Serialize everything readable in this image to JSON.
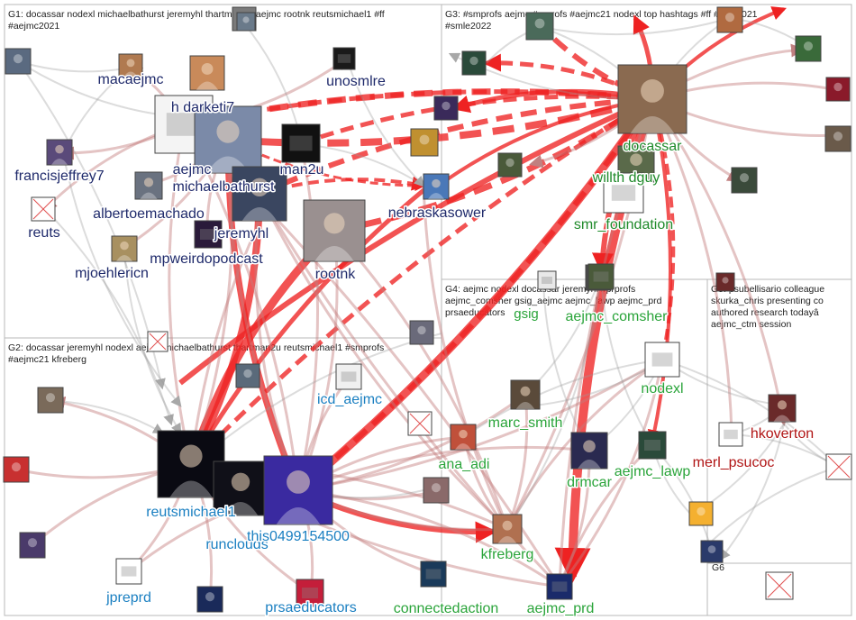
{
  "colors": {
    "g1": "#1f2a6b",
    "g2": "#1a7fc1",
    "g3": "#1f8a2a",
    "g4": "#2aa43a",
    "g5": "#b01515",
    "edge_strong": "#ee2222",
    "edge_soft": "#c47c7c",
    "edge_gray": "#9a9a9a"
  },
  "groups": [
    {
      "id": "G1",
      "title_lines": [
        "G1: docassar nodexl michaelbathurst jeremyhl thartman2u aejmc rootnk reutsmichael1 #ff",
        "#aejmc2021"
      ]
    },
    {
      "id": "G2",
      "title_lines": [
        "G2: docassar jeremyhl nodexl aejmc michaelbathurst thartman2u reutsmichael1 #smprofs",
        "#aejmc21 kfreberg"
      ]
    },
    {
      "id": "G3",
      "title_lines": [
        "G3: #smprofs aejmc #prprofs #aejmc21 nodexl top hashtags #ff #smc2021",
        "#smle2022"
      ]
    },
    {
      "id": "G4",
      "title_lines": [
        "G4: aejmc nodexl docassar jeremyhl #prprofs",
        "aejmc_comsher gsig_aejmc aejmc_lawp aejmc_prd",
        "prsaeducators"
      ]
    },
    {
      "id": "G5",
      "title_lines": [
        "G5: psubellisario colleague",
        "skurka_chris presenting co",
        "authored research todayâ",
        "aejmc_ctm session"
      ]
    },
    {
      "id": "G6",
      "title_lines": [
        "G6"
      ]
    }
  ],
  "nodes": [
    {
      "id": "macaejmc",
      "label": "macaejmc",
      "group": "g1",
      "icon": "avatar-icon",
      "img": "#b07a50"
    },
    {
      "id": "hdarketi7",
      "label": "h   darketi7",
      "group": "g1",
      "icon": "avatar-icon",
      "img": "#c98a5a"
    },
    {
      "id": "unosmlre",
      "label": "unosmlre",
      "group": "g1",
      "icon": "logo-icon",
      "img": "#1a1a1a"
    },
    {
      "id": "aejmc",
      "label": "aejmc",
      "group": "g1",
      "icon": "logo-icon",
      "img": "#f4f4f4"
    },
    {
      "id": "michaelbathurst",
      "label": "michaelbathurst",
      "group": "g1",
      "icon": "avatar-icon",
      "img": "#7b8aa8"
    },
    {
      "id": "thartman2u",
      "label": "man2u",
      "group": "g1",
      "icon": "logo-icon",
      "img": "#111111"
    },
    {
      "id": "francisjeffrey7",
      "label": "francisjeffrey7",
      "group": "g1",
      "icon": "avatar-icon",
      "img": "#5a4a7a"
    },
    {
      "id": "albertoemachado",
      "label": "albertoemachado",
      "group": "g1",
      "icon": "avatar-icon",
      "img": "#6a7280"
    },
    {
      "id": "reuts",
      "label": "reuts",
      "group": "g1",
      "icon": "broken-image-icon",
      "img": "#ffffff"
    },
    {
      "id": "jeremyhl",
      "label": "jeremyhl",
      "group": "g1",
      "icon": "avatar-icon",
      "img": "#3a4660"
    },
    {
      "id": "rootnk",
      "label": "rootnk",
      "group": "g1",
      "icon": "cat-icon",
      "img": "#9a9090"
    },
    {
      "id": "nebraskasower",
      "label": "nebraskasower",
      "group": "g1",
      "icon": "avatar-icon",
      "img": "#4a78b8"
    },
    {
      "id": "mpweirdopodcast",
      "label": "mpweirdopodcast",
      "group": "g1",
      "icon": "logo-icon",
      "img": "#2a1a3a"
    },
    {
      "id": "mjoehlericn",
      "label": "mjoehlericn",
      "group": "g1",
      "icon": "avatar-icon",
      "img": "#a89060"
    },
    {
      "id": "docassar",
      "label": "docassar",
      "group": "g3",
      "icon": "avatar-icon",
      "img": "#8a6a50"
    },
    {
      "id": "willthe",
      "label": "willth      dguy",
      "group": "g3",
      "icon": "avatar-icon",
      "img": "#5a6a4a"
    },
    {
      "id": "smr_foundation",
      "label": "smr_foundation",
      "group": "g3",
      "icon": "logo-icon",
      "img": "#ffffff"
    },
    {
      "id": "icd_aejmc",
      "label": "icd_aejmc",
      "group": "g2",
      "icon": "logo-icon",
      "img": "#f0f0f0"
    },
    {
      "id": "reutsmichael1",
      "label": "reutsmichael1",
      "group": "g2",
      "icon": "avatar-icon",
      "img": "#0a0a12"
    },
    {
      "id": "runclouds",
      "label": "runclouds",
      "group": "g2",
      "icon": "avatar-icon",
      "img": "#101018"
    },
    {
      "id": "this0499154500",
      "label": "this0499154500",
      "group": "g2",
      "icon": "avatar-icon",
      "img": "#3a2aa0"
    },
    {
      "id": "jpreprd",
      "label": "jpreprd",
      "group": "g2",
      "icon": "logo-icon",
      "img": "#ffffff"
    },
    {
      "id": "prsaeducators",
      "label": "prsaeducators",
      "group": "g2",
      "icon": "logo-icon",
      "img": "#c41e3a"
    },
    {
      "id": "gsig",
      "label": "gsig",
      "group": "g4",
      "icon": "logo-icon",
      "img": "#e8e8e8"
    },
    {
      "id": "aejmc_comsher",
      "label": "aejmc_comsher",
      "group": "g4",
      "icon": "logo-icon",
      "img": "#4a5a3a"
    },
    {
      "id": "nodexl",
      "label": "nodexl",
      "group": "g4",
      "icon": "logo-icon",
      "img": "#ffffff"
    },
    {
      "id": "marc_smith",
      "label": "marc_smith",
      "group": "g4",
      "icon": "avatar-icon",
      "img": "#5a4a3a"
    },
    {
      "id": "ana_adi",
      "label": "ana_adi",
      "group": "g4",
      "icon": "avatar-icon",
      "img": "#c0503a"
    },
    {
      "id": "drmcar",
      "label": "drmcar",
      "group": "g4",
      "icon": "avatar-icon",
      "img": "#2a2a50"
    },
    {
      "id": "aejmc_lawp",
      "label": "aejmc_lawp",
      "group": "g4",
      "icon": "logo-icon",
      "img": "#2a4a3a"
    },
    {
      "id": "kfreberg",
      "label": "kfreberg",
      "group": "g4",
      "icon": "avatar-icon",
      "img": "#b07050"
    },
    {
      "id": "connectedaction",
      "label": "connectedaction",
      "group": "g4",
      "icon": "logo-icon",
      "img": "#1a3a5a"
    },
    {
      "id": "aejmc_prd",
      "label": "aejmc_prd",
      "group": "g4",
      "icon": "logo-icon",
      "img": "#1a2a6a"
    },
    {
      "id": "hkoverton",
      "label": "hkoverton",
      "group": "g5",
      "icon": "avatar-icon",
      "img": "#6a2a2a"
    },
    {
      "id": "merl_psucoc",
      "label": "merl_psucoc",
      "group": "g5",
      "icon": "logo-icon",
      "img": "#ffffff"
    }
  ]
}
